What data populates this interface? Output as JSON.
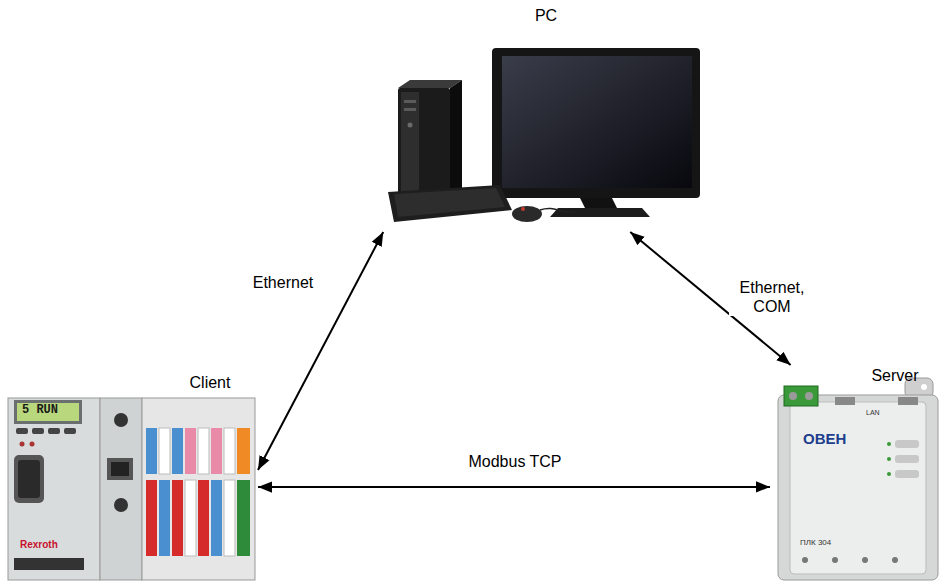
{
  "diagram": {
    "nodes": [
      {
        "text": [
          "PC"
        ]
      },
      {
        "text": [
          "Client"
        ]
      },
      {
        "text": [
          "Server"
        ]
      }
    ],
    "edges": [
      {
        "from": 0,
        "to": 1,
        "label": "Ethernet",
        "arrow": "both"
      },
      {
        "from": 0,
        "to": 2,
        "label": "Ethernet, COM",
        "arrow": "both"
      },
      {
        "from": 1,
        "to": 2,
        "label": "Modbus TCP",
        "arrow": "both"
      }
    ],
    "labels": [
      "5 RUN",
      "Rexroth",
      "ОВЕН",
      "ПЛК 304",
      "LAN"
    ]
  }
}
